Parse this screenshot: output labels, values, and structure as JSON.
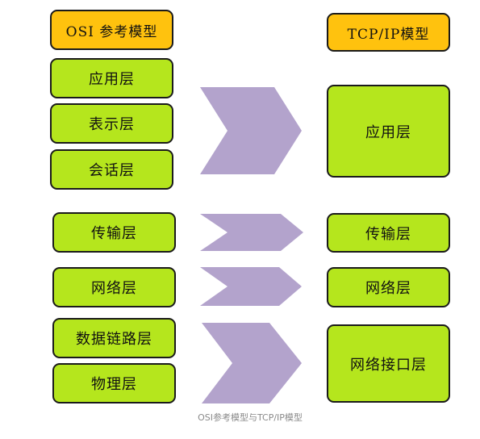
{
  "osi": {
    "title": "OSI 参考模型",
    "layers": [
      "应用层",
      "表示层",
      "会话层",
      "传输层",
      "网络层",
      "数据链路层",
      "物理层"
    ]
  },
  "tcpip": {
    "title": "TCP/IP模型",
    "layers": [
      "应用层",
      "传输层",
      "网络层",
      "网络接口层"
    ]
  },
  "caption": "OSI参考模型与TCP/IP模型",
  "colors": {
    "layer_fill": "#b5e61d",
    "title_fill": "#ffc20e",
    "arrow_fill": "#b3a3cc",
    "border": "#1a1a1a"
  }
}
